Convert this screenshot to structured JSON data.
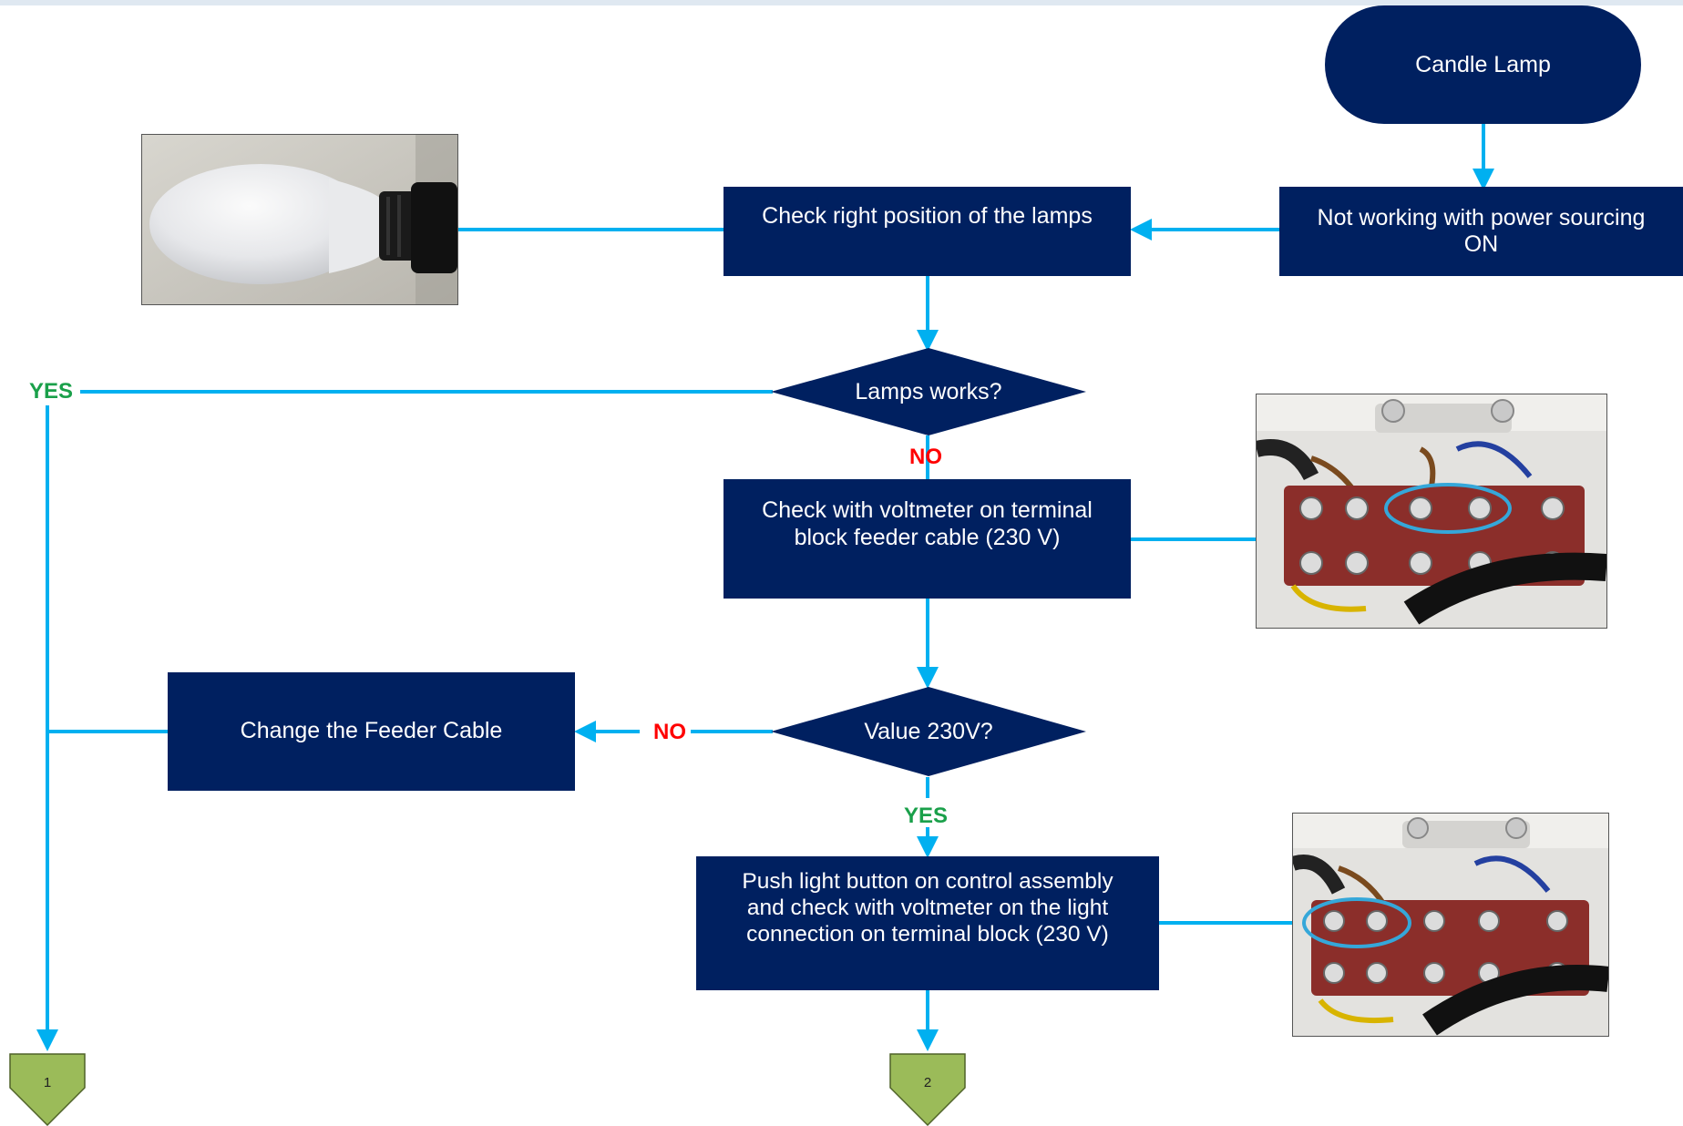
{
  "flowchart": {
    "start": {
      "label": "Candle Lamp"
    },
    "steps": {
      "not_working": {
        "label": "Not working with power sourcing\nON"
      },
      "check_position": {
        "label": "Check right position of the lamps"
      },
      "check_voltmeter": {
        "label": "Check with voltmeter on terminal\nblock feeder cable (230 V)"
      },
      "change_feeder": {
        "label": "Change the Feeder Cable"
      },
      "push_button": {
        "label": "Push light button on control assembly\nand check with voltmeter on the light\nconnection on terminal block (230 V)"
      }
    },
    "decisions": {
      "lamps_works": {
        "label": "Lamps works?"
      },
      "value_230": {
        "label": "Value 230V?"
      }
    },
    "edge_labels": {
      "lamps_yes": "YES",
      "lamps_no": "NO",
      "value_no": "NO",
      "value_yes": "YES"
    },
    "connectors": {
      "off_page_1": "1",
      "off_page_2": "2"
    }
  },
  "colors": {
    "box_fill": "#002060",
    "arrow": "#00b0f0",
    "yes_label": "#1aa04a",
    "no_label": "#ff0000",
    "connector_fill": "#9bbb59"
  },
  "images": {
    "lamp_photo": "candle-lamp-bulb-photo",
    "terminal_photo_1": "terminal-block-photo-feeder",
    "terminal_photo_2": "terminal-block-photo-light"
  }
}
